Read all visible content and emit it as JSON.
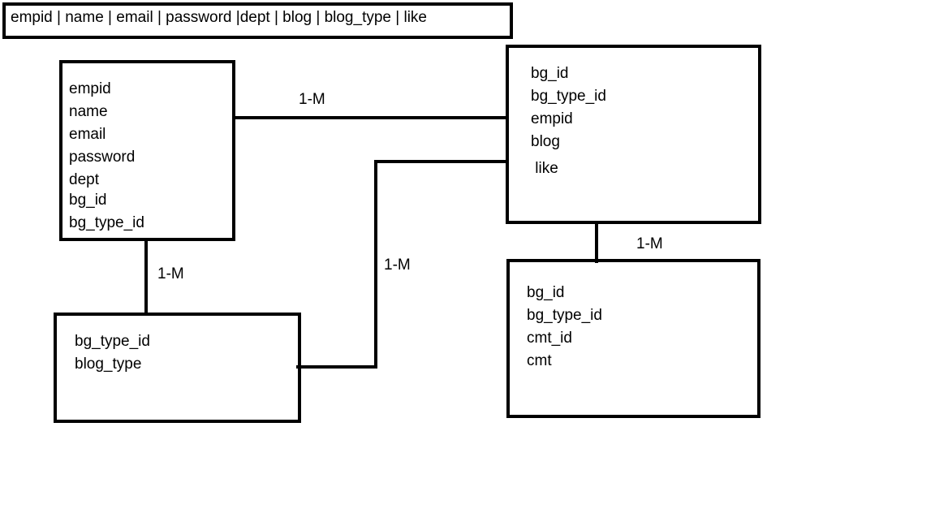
{
  "header_fields": "empid | name | email | password |dept | blog | blog_type | like",
  "entities": {
    "employee": {
      "fields": [
        "empid",
        "name",
        "email",
        "password",
        "dept",
        "bg_id",
        "bg_type_id"
      ]
    },
    "blog": {
      "fields": [
        "bg_id",
        "bg_type_id",
        "empid",
        "blog",
        " like"
      ]
    },
    "blog_type": {
      "fields": [
        "bg_type_id",
        "blog_type"
      ]
    },
    "comment": {
      "fields": [
        "bg_id",
        "bg_type_id",
        "cmt_id",
        "cmt"
      ]
    }
  },
  "relations": {
    "employee_blog": "1-M",
    "employee_blog_type": "1-M",
    "blog_type_blog": "1-M",
    "blog_comment": "1-M"
  }
}
